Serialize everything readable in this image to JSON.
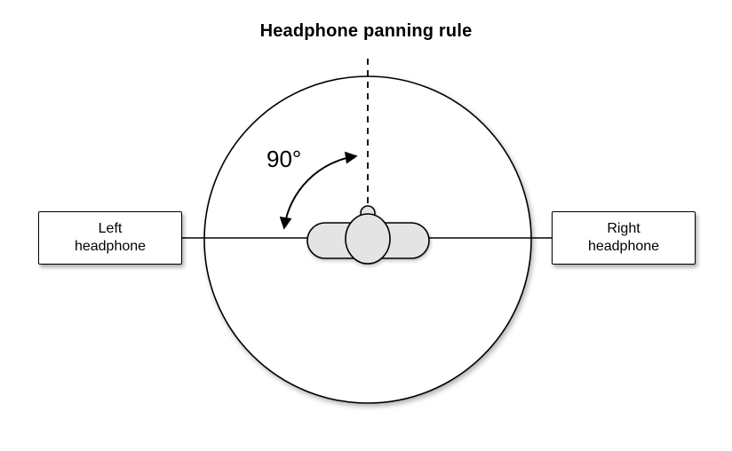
{
  "title": "Headphone panning rule",
  "diagram": {
    "angle_label": "90°",
    "left_headphone_box": {
      "line1": "Left",
      "line2": "headphone"
    },
    "right_headphone_box": {
      "line1": "Right",
      "line2": "headphone"
    },
    "colors": {
      "person_fill": "#e4e4e4",
      "line_stroke": "#000000",
      "background": "#ffffff"
    }
  }
}
